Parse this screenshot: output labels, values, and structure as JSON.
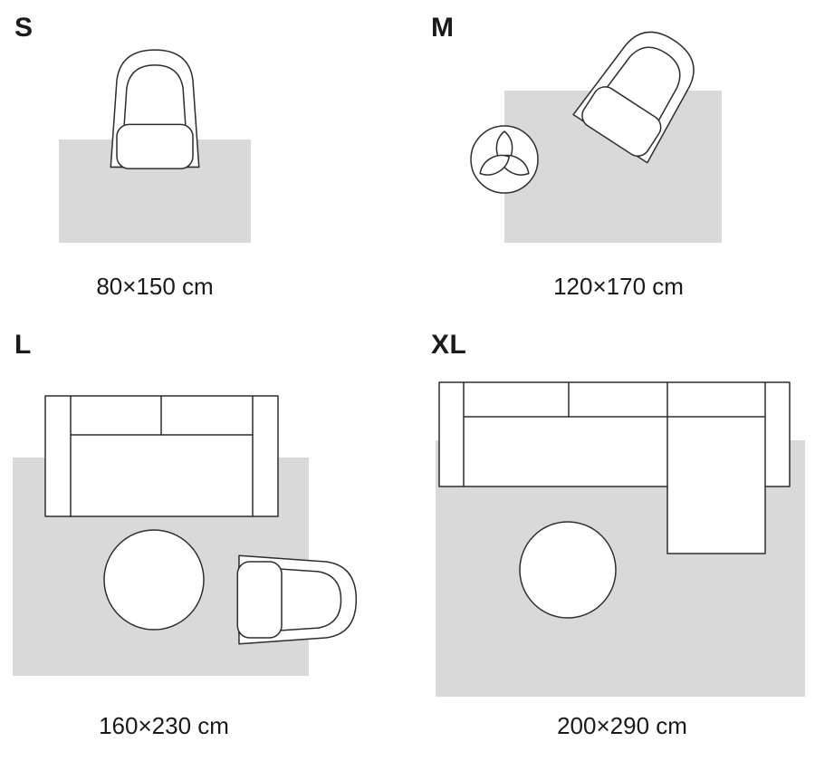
{
  "colors": {
    "rug_fill": "#d9d9d9",
    "outline": "#2e2e2e",
    "text": "#1a1a1a"
  },
  "sizes": [
    {
      "code": "S",
      "dimensions": "80×150 cm"
    },
    {
      "code": "M",
      "dimensions": "120×170 cm"
    },
    {
      "code": "L",
      "dimensions": "160×230 cm"
    },
    {
      "code": "XL",
      "dimensions": "200×290 cm"
    }
  ]
}
